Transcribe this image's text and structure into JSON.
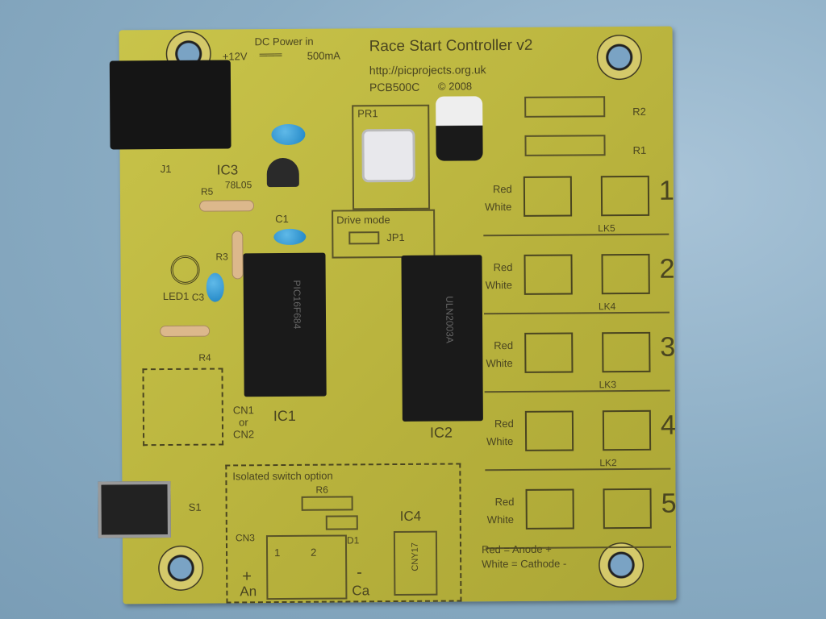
{
  "board": {
    "title": "Race Start Controller v2",
    "url": "http://picprojects.org.uk",
    "part": "PCB500C",
    "copyright": "© 2008",
    "power": {
      "label": "DC Power in",
      "voltage": "+12V",
      "current": "500mA"
    },
    "components": {
      "j1": "J1",
      "ic3": "IC3",
      "ic3_type": "78L05",
      "r5": "R5",
      "c1": "C1",
      "r3": "R3",
      "led1": "LED1",
      "c3": "C3",
      "r4": "R4",
      "cn1": "CN1",
      "or": "or",
      "cn2": "CN2",
      "ic1": "IC1",
      "ic1_chip": "PIC16F684",
      "ic2": "IC2",
      "ic2_chip": "ULN2003A",
      "pr1": "PR1",
      "drive_mode": "Drive mode",
      "jp1": "JP1",
      "r1": "R1",
      "r2": "R2",
      "s1": "S1",
      "r6": "R6",
      "d1": "D1",
      "ic4": "IC4",
      "ic4_chip": "CNY17",
      "cn3": "CN3",
      "pin1": "1",
      "pin2": "2",
      "plus": "+",
      "minus": "-",
      "an": "An",
      "ca": "Ca"
    },
    "isolated": "Isolated switch option",
    "channels": [
      {
        "num": "1",
        "link": "LK5"
      },
      {
        "num": "2",
        "link": "LK4"
      },
      {
        "num": "3",
        "link": "LK3"
      },
      {
        "num": "4",
        "link": "LK2"
      },
      {
        "num": "5",
        "link": ""
      }
    ],
    "red": "Red",
    "white": "White",
    "legend_anode": "Red = Anode +",
    "legend_cathode": "White = Cathode -"
  }
}
